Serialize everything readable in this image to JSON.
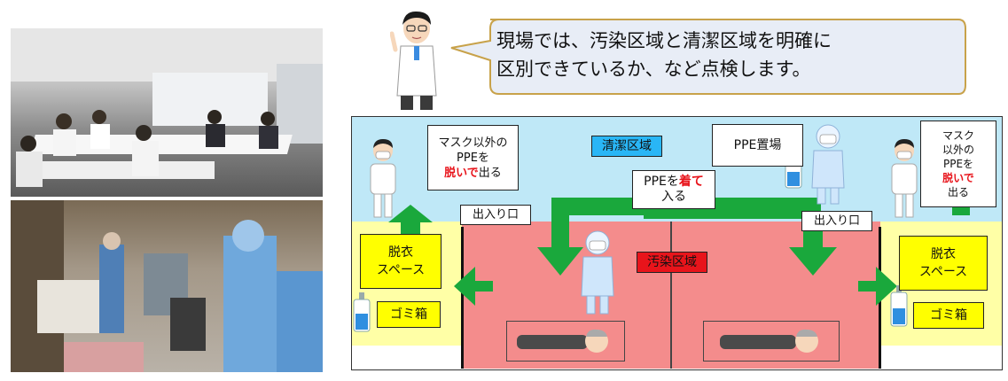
{
  "speech": {
    "line1": "現場では、汚染区域と清潔区域を明確に",
    "line2": "区別できているか、など点検します。"
  },
  "zones": {
    "clean": "清潔区域",
    "contaminated": "汚染区域"
  },
  "labels": {
    "exit_left_1": "マスク以外の",
    "exit_left_2": "PPEを",
    "exit_left_3_red": "脱いで",
    "exit_left_3_rest": "出る",
    "ppe_storage": "PPE置場",
    "enter_1_black": "PPEを",
    "enter_1_red": "着て",
    "enter_2": "入る",
    "exit_right_1": "マスク",
    "exit_right_2": "以外の",
    "exit_right_3": "PPEを",
    "exit_right_4_red": "脱いで",
    "exit_right_5": "出る",
    "door_left": "出入り口",
    "door_right": "出入り口",
    "undress_left_1": "脱衣",
    "undress_left_2": "スペース",
    "undress_right_1": "脱衣",
    "undress_right_2": "スペース",
    "trash_left": "ゴミ箱",
    "trash_right": "ゴミ箱"
  },
  "colors": {
    "clean_zone": "#bfe8f7",
    "contaminated_zone": "#f48c8c",
    "undress_zone": "#ffffa6",
    "arrow": "#1aa83c",
    "accent_red": "#e8141b",
    "bubble_fill": "#e8edf6",
    "bubble_border": "#c8a24a"
  }
}
